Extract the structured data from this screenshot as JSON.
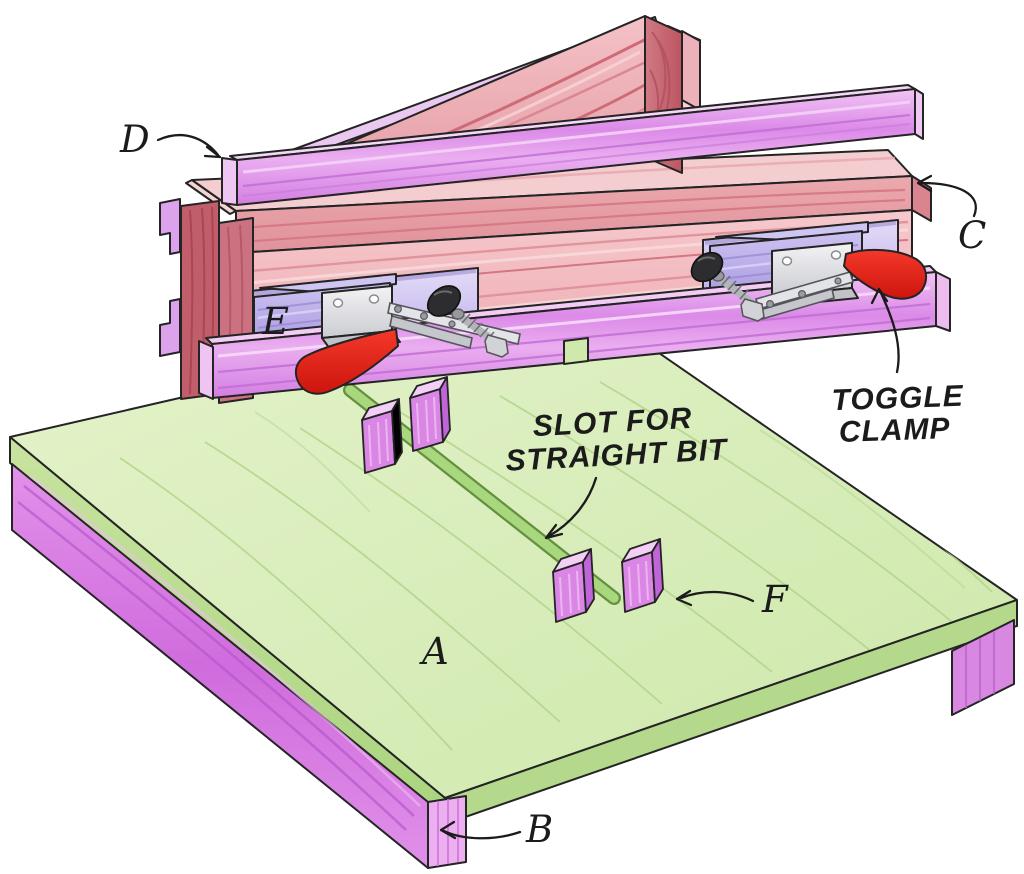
{
  "labels": {
    "a": "A",
    "b": "B",
    "c": "C",
    "d": "D",
    "e": "E",
    "f": "F"
  },
  "annotations": {
    "slot_line1": "SLOT FOR",
    "slot_line2": "STRAIGHT BIT",
    "toggle_line1": "TOGGLE",
    "toggle_line2": "CLAMP"
  },
  "colors": {
    "background": "#ffffff",
    "base_green": "#d9edbb",
    "base_edge_green": "#b9dc92",
    "slot_green": "#a9d77d",
    "slot_outline_green": "#639140",
    "rail_purple": "#e19aec",
    "cleat_purple": "#d679e2",
    "fence_pink": "#f2bdc1",
    "cap_pink": "#eaa6ac",
    "end_grain_red": "#c4606c",
    "block_lavender": "#b7abe6",
    "pocket_lavender": "#d8cef3",
    "clamp_red": "#e8231b",
    "knob_black": "#2d2d2f",
    "metal_gray": "#e9e9ec",
    "outline_ink": "#1b1b1b"
  }
}
